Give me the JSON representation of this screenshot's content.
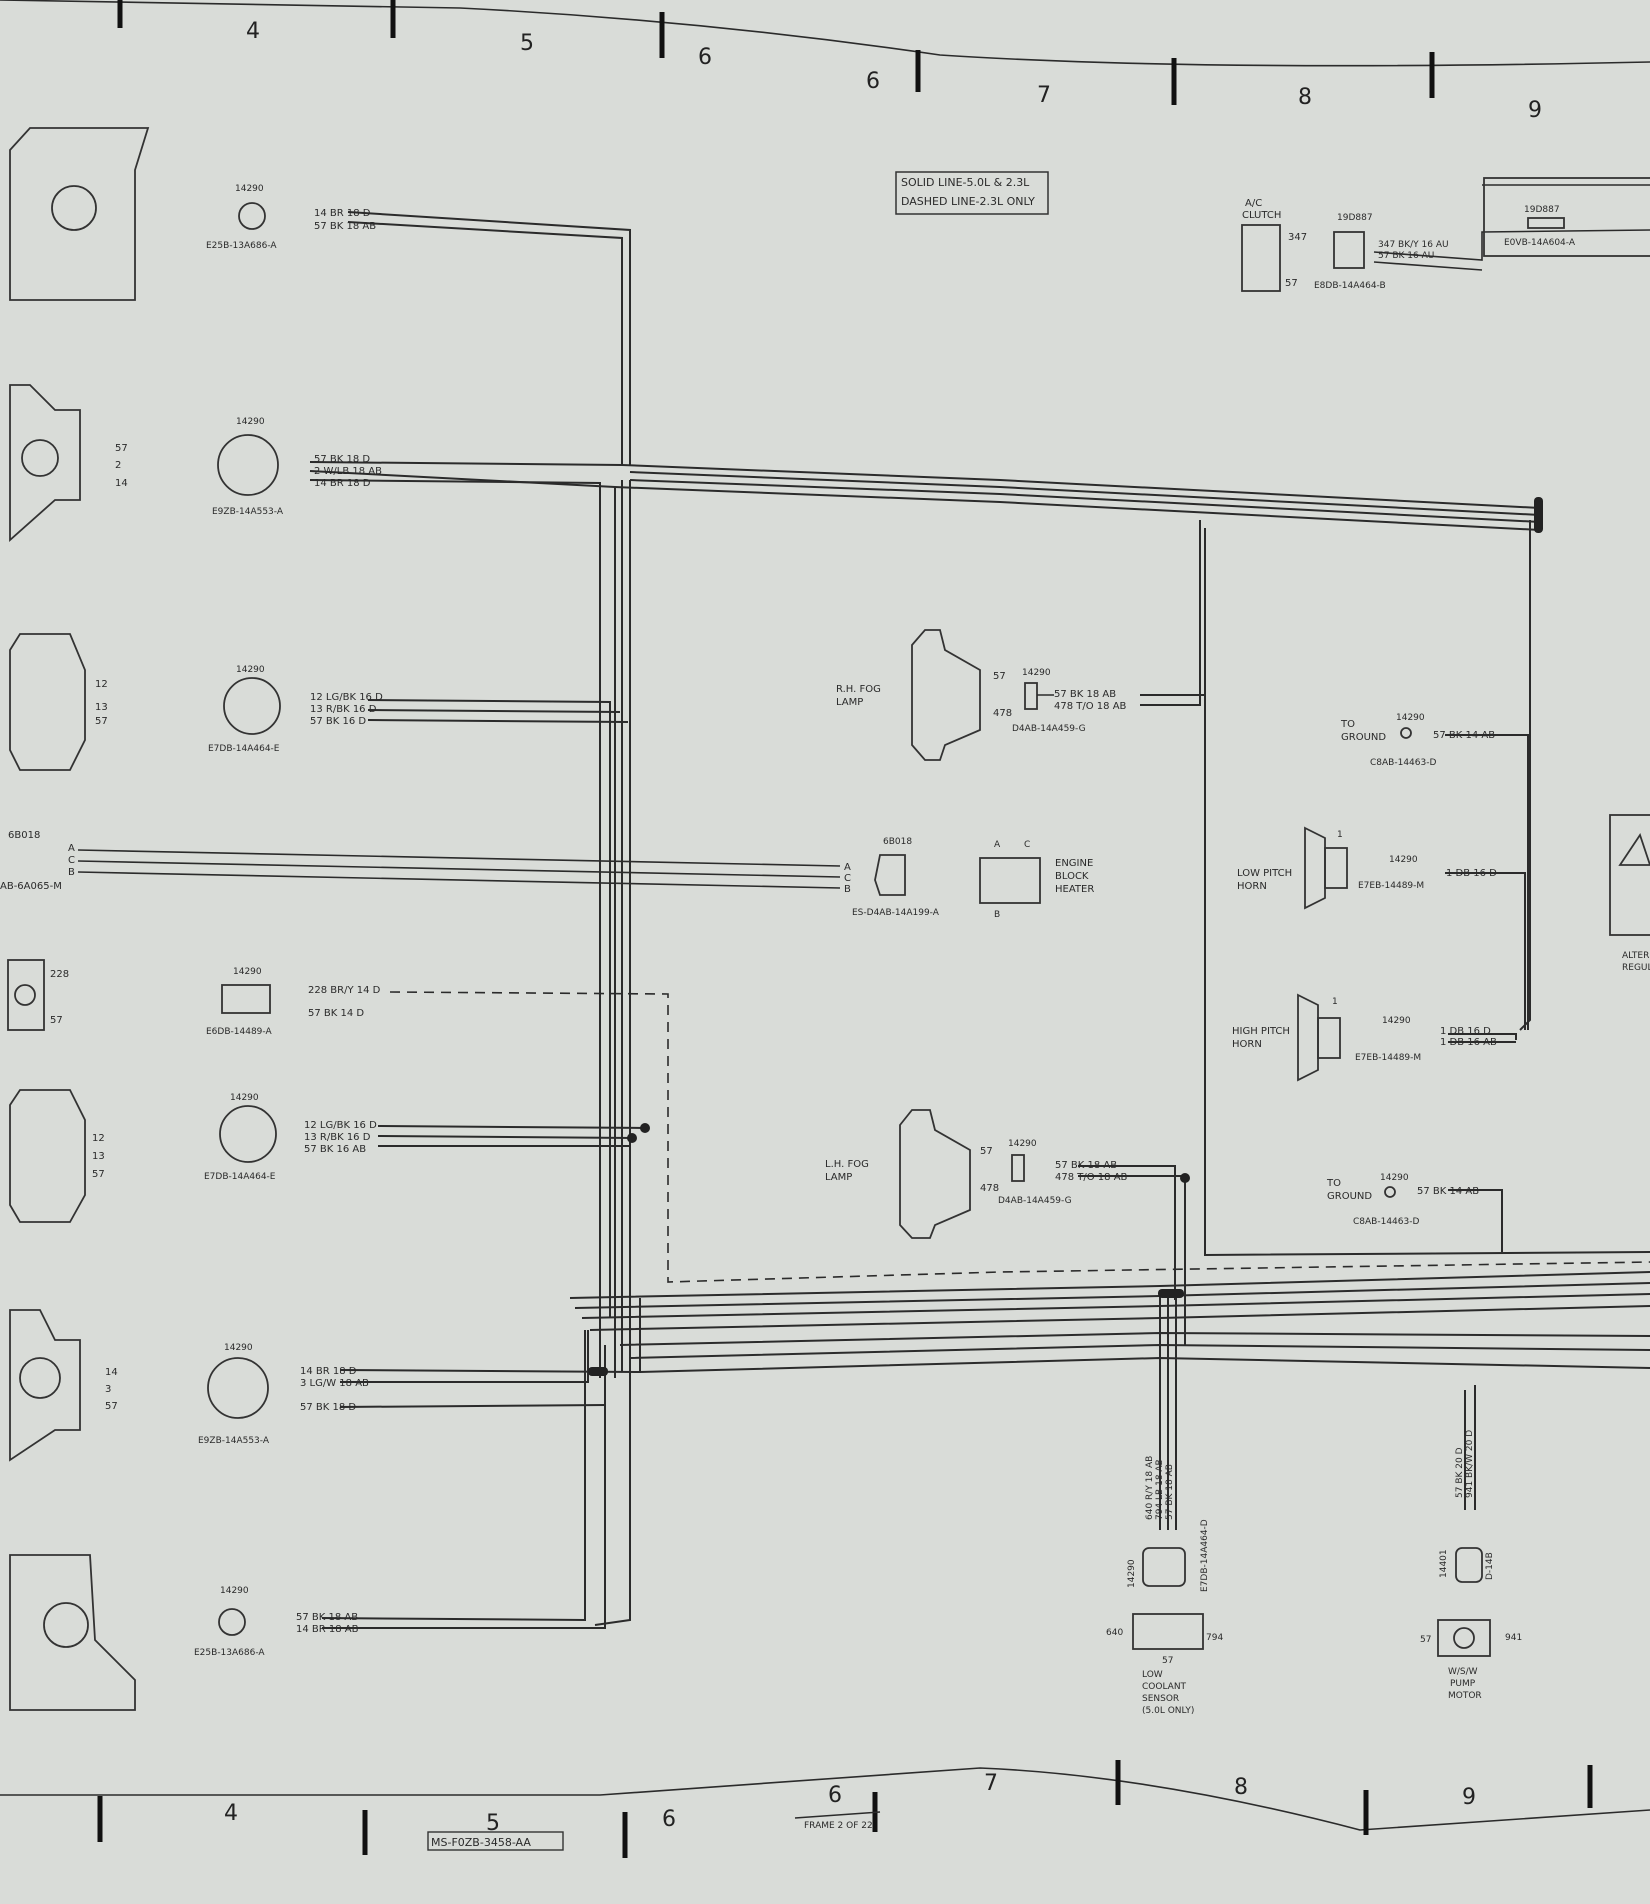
{
  "frame": {
    "zones_top": [
      "4",
      "5",
      "6",
      "6",
      "7",
      "8",
      "9"
    ],
    "zones_bottom": [
      "4",
      "5",
      "6",
      "6",
      "7",
      "8",
      "9"
    ],
    "drawing_number": "MS-F0ZB-3458-AA",
    "frame_label": "FRAME 2 OF 22"
  },
  "note": {
    "line1": "SOLID LINE-5.0L & 2.3L",
    "line2": "DASHED LINE-2.3L ONLY"
  },
  "left_connectors": [
    {
      "id": "c1",
      "code": "14290",
      "part": "E25B-13A686-A",
      "wires": [
        "14 BR 18 D",
        "57 BK 18 AB"
      ]
    },
    {
      "id": "c2",
      "code": "14290",
      "part": "E9ZB-14A553-A",
      "pins": [
        "57",
        "2",
        "14"
      ],
      "wires": [
        "57 BK 18 D",
        "2 W/LB 18 AB",
        "14 BR 18 D"
      ]
    },
    {
      "id": "c3",
      "code": "14290",
      "part": "E7DB-14A464-E",
      "pins": [
        "12",
        "13",
        "57"
      ],
      "wires": [
        "12 LG/BK 16 D",
        "13 R/BK 16 D",
        "57 BK 16 D"
      ]
    },
    {
      "id": "c4",
      "code": "6B018",
      "part": "AB-6A065-M",
      "pins": [
        "A",
        "C",
        "B"
      ]
    },
    {
      "id": "c5",
      "code": "14290",
      "part": "E6DB-14489-A",
      "pins": [
        "228",
        "57"
      ],
      "wires": [
        "228 BR/Y 14 D",
        "57 BK 14 D"
      ]
    },
    {
      "id": "c6",
      "code": "14290",
      "part": "E7DB-14A464-E",
      "pins": [
        "12",
        "13",
        "57"
      ],
      "wires": [
        "12 LG/BK 16 D",
        "13 R/BK 16 D",
        "57 BK 16 AB"
      ]
    },
    {
      "id": "c7",
      "code": "14290",
      "part": "E9ZB-14A553-A",
      "pins": [
        "14",
        "3",
        "57"
      ],
      "wires": [
        "14 BR 18 D",
        "3 LG/W 18 AB",
        "57 BK 18 D"
      ]
    },
    {
      "id": "c8",
      "code": "14290",
      "part": "E25B-13A686-A",
      "wires": [
        "57 BK 18 AB",
        "14 BR 18 AB"
      ]
    }
  ],
  "rh_fog": {
    "label1": "R.H. FOG",
    "label2": "LAMP",
    "code": "14290",
    "part": "D4AB-14A459-G",
    "pins": [
      "57",
      "478"
    ],
    "wires": [
      "57 BK 18 AB",
      "478 T/O 18 AB"
    ]
  },
  "lh_fog": {
    "label1": "L.H. FOG",
    "label2": "LAMP",
    "code": "14290",
    "part": "D4AB-14A459-G",
    "pins": [
      "57",
      "478"
    ],
    "wires": [
      "57 BK 18 AB",
      "478 T/O 18 AB"
    ]
  },
  "block_heater": {
    "code": "6B018",
    "part": "ES-D4AB-14A199-A",
    "pins": [
      "A",
      "C",
      "B"
    ],
    "label1": "ENGINE",
    "label2": "BLOCK",
    "label3": "HEATER",
    "term_a": "A",
    "term_c": "C",
    "term_b": "B"
  },
  "ac_clutch": {
    "label1": "A/C",
    "label2": "CLUTCH",
    "pin1": "347",
    "pin2": "57",
    "code": "19D887",
    "part": "E8DB-14A464-B",
    "wires": [
      "347 BK/Y 16 AU",
      "57 BK 16 AU"
    ]
  },
  "fuse": {
    "code": "19D887",
    "part": "E0VB-14A604-A"
  },
  "ground1": {
    "label1": "TO",
    "label2": "GROUND",
    "code": "14290",
    "part": "C8AB-14463-D",
    "wire": "57 BK 14 AB"
  },
  "ground2": {
    "label1": "TO",
    "label2": "GROUND",
    "code": "14290",
    "part": "C8AB-14463-D",
    "wire": "57 BK 14 AB"
  },
  "low_horn": {
    "label1": "LOW PITCH",
    "label2": "HORN",
    "pin": "1",
    "code": "14290",
    "part": "E7EB-14489-M",
    "wire": "1 DB 16 D"
  },
  "high_horn": {
    "label1": "HIGH PITCH",
    "label2": "HORN",
    "pin": "1",
    "code": "14290",
    "part": "E7EB-14489-M",
    "wires": [
      "1 DB 16 D",
      "1 DB 16 AB"
    ]
  },
  "coolant": {
    "code": "14290",
    "part": "E7DB-14A464-D",
    "wires": [
      "640 R/Y 18 AB",
      "794 LB 18 AB",
      "57 BK 18 AB"
    ],
    "pin_left": "640",
    "pin_right": "794",
    "pin_bottom": "57",
    "label1": "LOW",
    "label2": "COOLANT",
    "label3": "SENSOR",
    "label4": "(5.0L ONLY)"
  },
  "pump": {
    "code": "14401",
    "part": "D-14B",
    "wires": [
      "57 BK 20 D",
      "941 BK/W 20 D"
    ],
    "pin_left": "57",
    "pin_right": "941",
    "label1": "W/S/W",
    "label2": "PUMP",
    "label3": "MOTOR"
  },
  "alternator": {
    "label1": "ALTER",
    "label2": "REGUL"
  }
}
